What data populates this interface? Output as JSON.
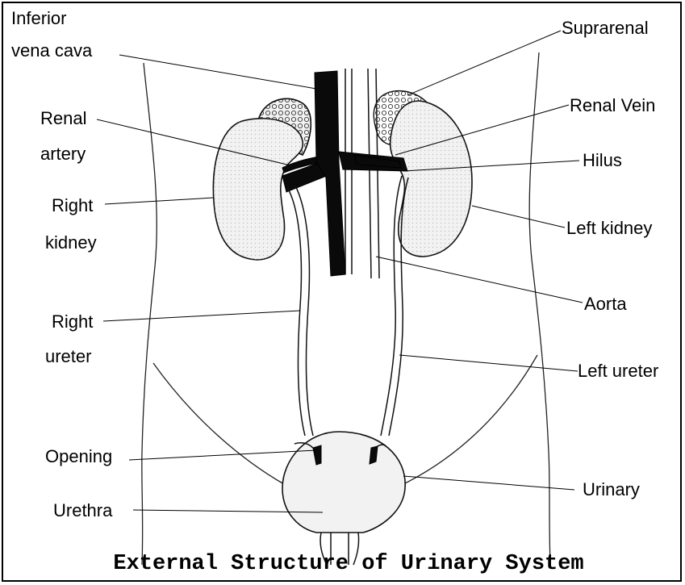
{
  "diagram": {
    "title": "External Structure of Urinary System",
    "labels": {
      "inferior_vena_cava_line1": "Inferior",
      "inferior_vena_cava_line2": "vena cava",
      "suprarenal": "Suprarenal",
      "renal_artery_line1": "Renal",
      "renal_artery_line2": "artery",
      "renal_vein": "Renal Vein",
      "hilus": "Hilus",
      "right_kidney_line1": "Right",
      "right_kidney_line2": "kidney",
      "left_kidney": "Left kidney",
      "aorta": "Aorta",
      "right_ureter_line1": "Right",
      "right_ureter_line2": "ureter",
      "left_ureter": "Left ureter",
      "opening": "Opening",
      "urinary": "Urinary",
      "urethra": "Urethra"
    }
  }
}
